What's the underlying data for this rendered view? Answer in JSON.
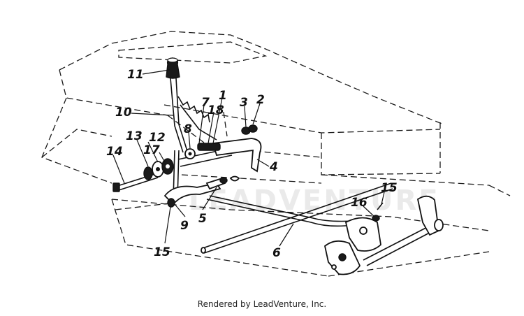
{
  "watermark": "LEADVENTURE",
  "credit": "Rendered by LeadVenture, Inc.",
  "callouts": {
    "c1": "1",
    "c2": "2",
    "c3": "3",
    "c4": "4",
    "c5": "5",
    "c6": "6",
    "c7": "7",
    "c8": "8",
    "c9": "9",
    "c10": "10",
    "c11": "11",
    "c12": "12",
    "c13": "13",
    "c14": "14",
    "c15a": "15",
    "c15b": "15",
    "c16": "16",
    "c17": "17",
    "c18": "18"
  }
}
